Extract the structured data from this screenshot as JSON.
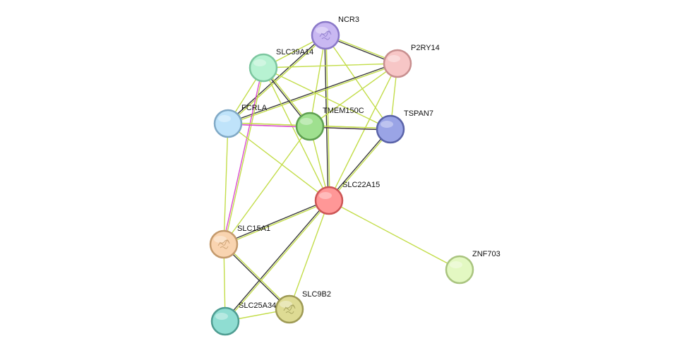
{
  "nodes": [
    {
      "id": "NCR3",
      "label": "NCR3",
      "fill": "#c9b8f2",
      "stroke": "#8a78c8",
      "structure": true
    },
    {
      "id": "P2RY14",
      "label": "P2RY14",
      "fill": "#f7c6c6",
      "stroke": "#c88f8f",
      "structure": false
    },
    {
      "id": "SLC39A14",
      "label": "SLC39A14",
      "fill": "#b7f2d2",
      "stroke": "#7cc69f",
      "structure": false
    },
    {
      "id": "FCRLA",
      "label": "FCRLA",
      "fill": "#bfe3fa",
      "stroke": "#80a9c6",
      "structure": false
    },
    {
      "id": "TMEM150C",
      "label": "TMEM150C",
      "fill": "#9fe08f",
      "stroke": "#5e9f50",
      "structure": false
    },
    {
      "id": "TSPAN7",
      "label": "TSPAN7",
      "fill": "#9aa4e6",
      "stroke": "#5a63a8",
      "structure": false
    },
    {
      "id": "SLC22A15",
      "label": "SLC22A15",
      "fill": "#ff9797",
      "stroke": "#cc5555",
      "structure": false
    },
    {
      "id": "SLC15A1",
      "label": "SLC15A1",
      "fill": "#f9d4b0",
      "stroke": "#c49a6c",
      "structure": true
    },
    {
      "id": "ZNF703",
      "label": "ZNF703",
      "fill": "#e3f8c2",
      "stroke": "#a9c47f",
      "structure": false
    },
    {
      "id": "SLC9B2",
      "label": "SLC9B2",
      "fill": "#dedb94",
      "stroke": "#9e9a55",
      "structure": true
    },
    {
      "id": "SLC25A34",
      "label": "SLC25A34",
      "fill": "#8fddd2",
      "stroke": "#4f9d92",
      "structure": false
    }
  ],
  "edges": [
    {
      "source": "NCR3",
      "target": "P2RY14",
      "types": [
        "textmining",
        "coexpression"
      ]
    },
    {
      "source": "NCR3",
      "target": "SLC39A14",
      "types": [
        "textmining"
      ]
    },
    {
      "source": "NCR3",
      "target": "FCRLA",
      "types": [
        "textmining",
        "coexpression"
      ]
    },
    {
      "source": "NCR3",
      "target": "TMEM150C",
      "types": [
        "textmining"
      ]
    },
    {
      "source": "NCR3",
      "target": "TSPAN7",
      "types": [
        "textmining"
      ]
    },
    {
      "source": "NCR3",
      "target": "SLC22A15",
      "types": [
        "textmining",
        "coexpression"
      ]
    },
    {
      "source": "P2RY14",
      "target": "SLC39A14",
      "types": [
        "textmining"
      ]
    },
    {
      "source": "P2RY14",
      "target": "FCRLA",
      "types": [
        "textmining",
        "coexpression"
      ]
    },
    {
      "source": "P2RY14",
      "target": "TMEM150C",
      "types": [
        "textmining"
      ]
    },
    {
      "source": "P2RY14",
      "target": "TSPAN7",
      "types": [
        "textmining"
      ]
    },
    {
      "source": "P2RY14",
      "target": "SLC22A15",
      "types": [
        "textmining"
      ]
    },
    {
      "source": "SLC39A14",
      "target": "FCRLA",
      "types": [
        "textmining"
      ]
    },
    {
      "source": "SLC39A14",
      "target": "TMEM150C",
      "types": [
        "textmining",
        "coexpression"
      ]
    },
    {
      "source": "SLC39A14",
      "target": "TSPAN7",
      "types": [
        "textmining"
      ]
    },
    {
      "source": "SLC39A14",
      "target": "SLC22A15",
      "types": [
        "textmining"
      ]
    },
    {
      "source": "SLC39A14",
      "target": "SLC15A1",
      "types": [
        "textmining",
        "experiments"
      ]
    },
    {
      "source": "FCRLA",
      "target": "TMEM150C",
      "types": [
        "textmining",
        "experiments"
      ]
    },
    {
      "source": "FCRLA",
      "target": "TSPAN7",
      "types": [
        "textmining",
        "experiments"
      ]
    },
    {
      "source": "FCRLA",
      "target": "SLC22A15",
      "types": [
        "textmining"
      ]
    },
    {
      "source": "FCRLA",
      "target": "SLC15A1",
      "types": [
        "textmining"
      ]
    },
    {
      "source": "TMEM150C",
      "target": "TSPAN7",
      "types": [
        "textmining",
        "coexpression"
      ]
    },
    {
      "source": "TMEM150C",
      "target": "SLC22A15",
      "types": [
        "textmining"
      ]
    },
    {
      "source": "TMEM150C",
      "target": "SLC15A1",
      "types": [
        "textmining"
      ]
    },
    {
      "source": "TSPAN7",
      "target": "SLC22A15",
      "types": [
        "textmining",
        "coexpression"
      ]
    },
    {
      "source": "SLC22A15",
      "target": "SLC15A1",
      "types": [
        "textmining",
        "coexpression"
      ]
    },
    {
      "source": "SLC22A15",
      "target": "ZNF703",
      "types": [
        "textmining"
      ]
    },
    {
      "source": "SLC22A15",
      "target": "SLC9B2",
      "types": [
        "textmining"
      ]
    },
    {
      "source": "SLC22A15",
      "target": "SLC25A34",
      "types": [
        "textmining",
        "coexpression"
      ]
    },
    {
      "source": "SLC15A1",
      "target": "SLC9B2",
      "types": [
        "textmining",
        "coexpression"
      ]
    },
    {
      "source": "SLC15A1",
      "target": "SLC25A34",
      "types": [
        "textmining"
      ]
    },
    {
      "source": "SLC9B2",
      "target": "SLC25A34",
      "types": [
        "textmining"
      ]
    }
  ],
  "edge_colors": {
    "textmining": "#c3dd4a",
    "coexpression": "#3a3a3a",
    "experiments": "#d94bd0"
  }
}
